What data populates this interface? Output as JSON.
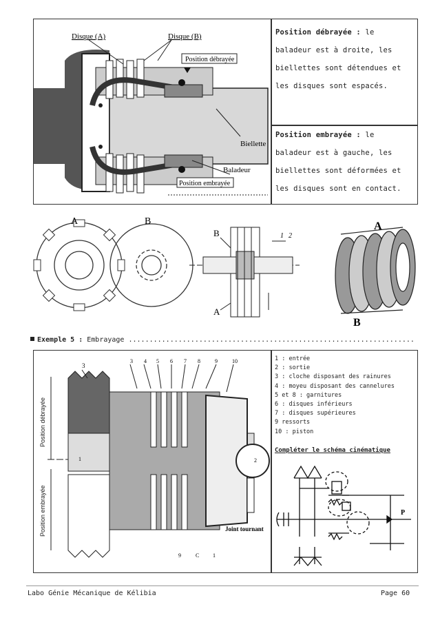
{
  "top_figure": {
    "disque_a": "Disque (A)",
    "disque_b": "Disque (B)",
    "pos_debrayee": "Position débrayée",
    "biellette": "Biellette",
    "baladeur": "Baladeur",
    "pos_embrayee": "Position embrayée"
  },
  "desc_debrayee": {
    "title": "Position débrayée :",
    "text": "le baladeur est à droite, les biellettes sont détendues et les disques sont espacés."
  },
  "desc_embrayee": {
    "title": "Position embrayée :",
    "text": "le baladeur est à gauche, les biellettes sont déformées et les disques sont en contact."
  },
  "disk_labels": {
    "a": "A",
    "b": "B",
    "section_b": "B",
    "section_a": "A",
    "dim_1": "1",
    "dim_2": "2",
    "exploded_a": "A",
    "exploded_b": "B"
  },
  "example": {
    "title": "Exemple 5 :",
    "subject": "Embrayage",
    "dots": "............................................................................................................................................"
  },
  "side_labels": {
    "debrayee": "Position débrayée",
    "embrayee": "Position embrayée"
  },
  "drawing_marks": {
    "m1": "1",
    "m2": "2",
    "m3": "3",
    "m4": "4",
    "m5": "5",
    "m6": "6",
    "m7": "7",
    "m8": "8",
    "m9": "9",
    "m10": "10",
    "m3b": "3",
    "m9b": "9",
    "mc": "C",
    "m1b": "1",
    "joint": "Joint tournant"
  },
  "legend": [
    "1 : entrée",
    "2 : sortie",
    "3 : cloche disposant des rainures",
    "4 : moyeu disposant des cannelures",
    "5 et 8 : garnitures",
    "6 : disques inférieurs",
    "7 : disques supérieures",
    "9 ressorts",
    "10 : piston"
  ],
  "kinematic": {
    "title": "Compléter le schéma cinématique",
    "p_label": "P"
  },
  "footer": {
    "left": "Labo Génie Mécanique de Kélibia",
    "right": "Page 60"
  }
}
